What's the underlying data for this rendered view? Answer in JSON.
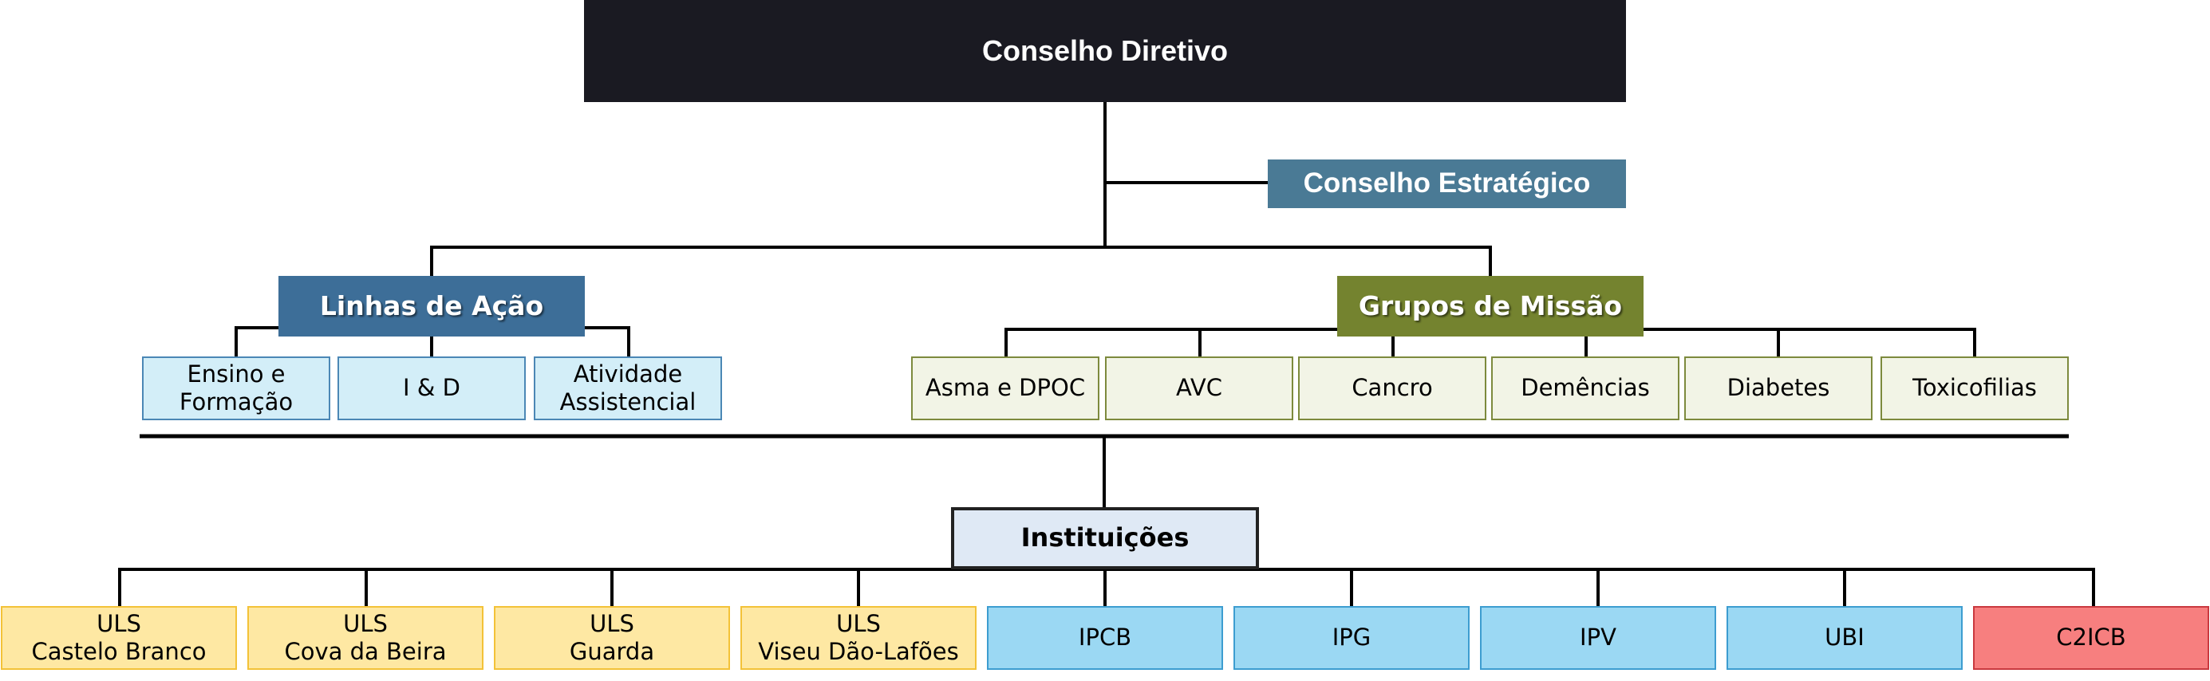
{
  "diagram": {
    "board": "Conselho Diretivo",
    "strategic_council": "Conselho Estratégico",
    "lines_of_action": {
      "title": "Linhas de Ação",
      "items": [
        "Ensino e\nFormação",
        "I & D",
        "Atividade\nAssistencial"
      ]
    },
    "mission_groups": {
      "title": "Grupos de Missão",
      "items": [
        "Asma e DPOC",
        "AVC",
        "Cancro",
        "Demências",
        "Diabetes",
        "Toxicofilias"
      ]
    },
    "institutions": {
      "title": "Instituições",
      "items": [
        {
          "label": "ULS\nCastelo Branco",
          "kind": "uls"
        },
        {
          "label": "ULS\nCova da Beira",
          "kind": "uls"
        },
        {
          "label": "ULS\nGuarda",
          "kind": "uls"
        },
        {
          "label": "ULS\nViseu Dão-Lafões",
          "kind": "uls"
        },
        {
          "label": "IPCB",
          "kind": "edu"
        },
        {
          "label": "IPG",
          "kind": "edu"
        },
        {
          "label": "IPV",
          "kind": "edu"
        },
        {
          "label": "UBI",
          "kind": "edu"
        },
        {
          "label": "C2ICB",
          "kind": "red"
        }
      ]
    }
  },
  "colors": {
    "board_fill": "#1a1a22",
    "strategic_fill": "#4a7a95",
    "lines_fill": "#3d6e98",
    "groups_fill": "#74832f",
    "uls_fill": "#fee8a3",
    "edu_fill": "#9bd8f3",
    "c2icb_fill": "#f77f7f",
    "connector": "#000000"
  }
}
